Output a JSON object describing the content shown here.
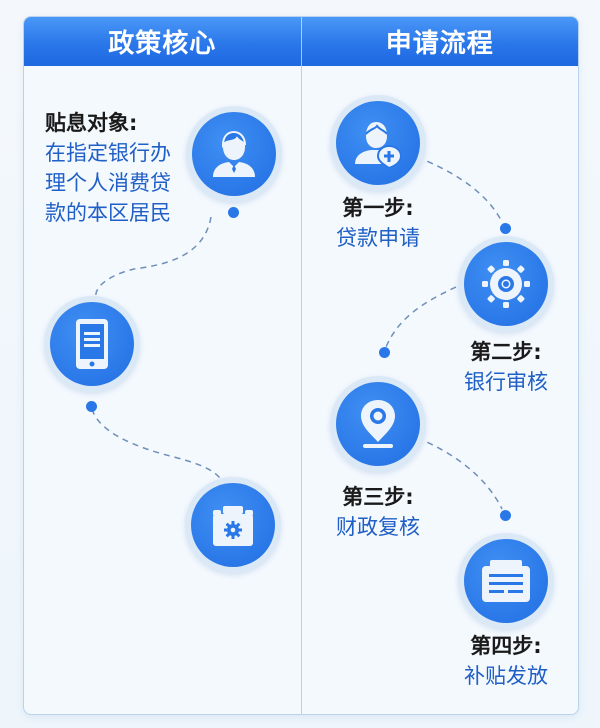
{
  "header": {
    "left_title": "政策核心",
    "right_title": "申请流程"
  },
  "policy": {
    "label": "贴息对象:",
    "lines": [
      "在指定银行办",
      "理个人消费贷",
      "款的本区居民"
    ],
    "icons": [
      "user-icon",
      "tablet-icon",
      "briefcase-gear-icon"
    ]
  },
  "steps": [
    {
      "title": "第一步:",
      "desc": "贷款申请",
      "icon": "user-add-icon"
    },
    {
      "title": "第二步:",
      "desc": "银行审核",
      "icon": "gear-icon"
    },
    {
      "title": "第三步:",
      "desc": "财政复核",
      "icon": "location-pin-icon"
    },
    {
      "title": "第四步:",
      "desc": "补贴发放",
      "icon": "document-tray-icon"
    }
  ],
  "colors": {
    "primary": "#2a78e8",
    "header_gradient_top": "#4a98f7",
    "text_blue": "#1f5fc6",
    "text_black": "#1a1a1a",
    "ring": "#dbe9f7"
  }
}
